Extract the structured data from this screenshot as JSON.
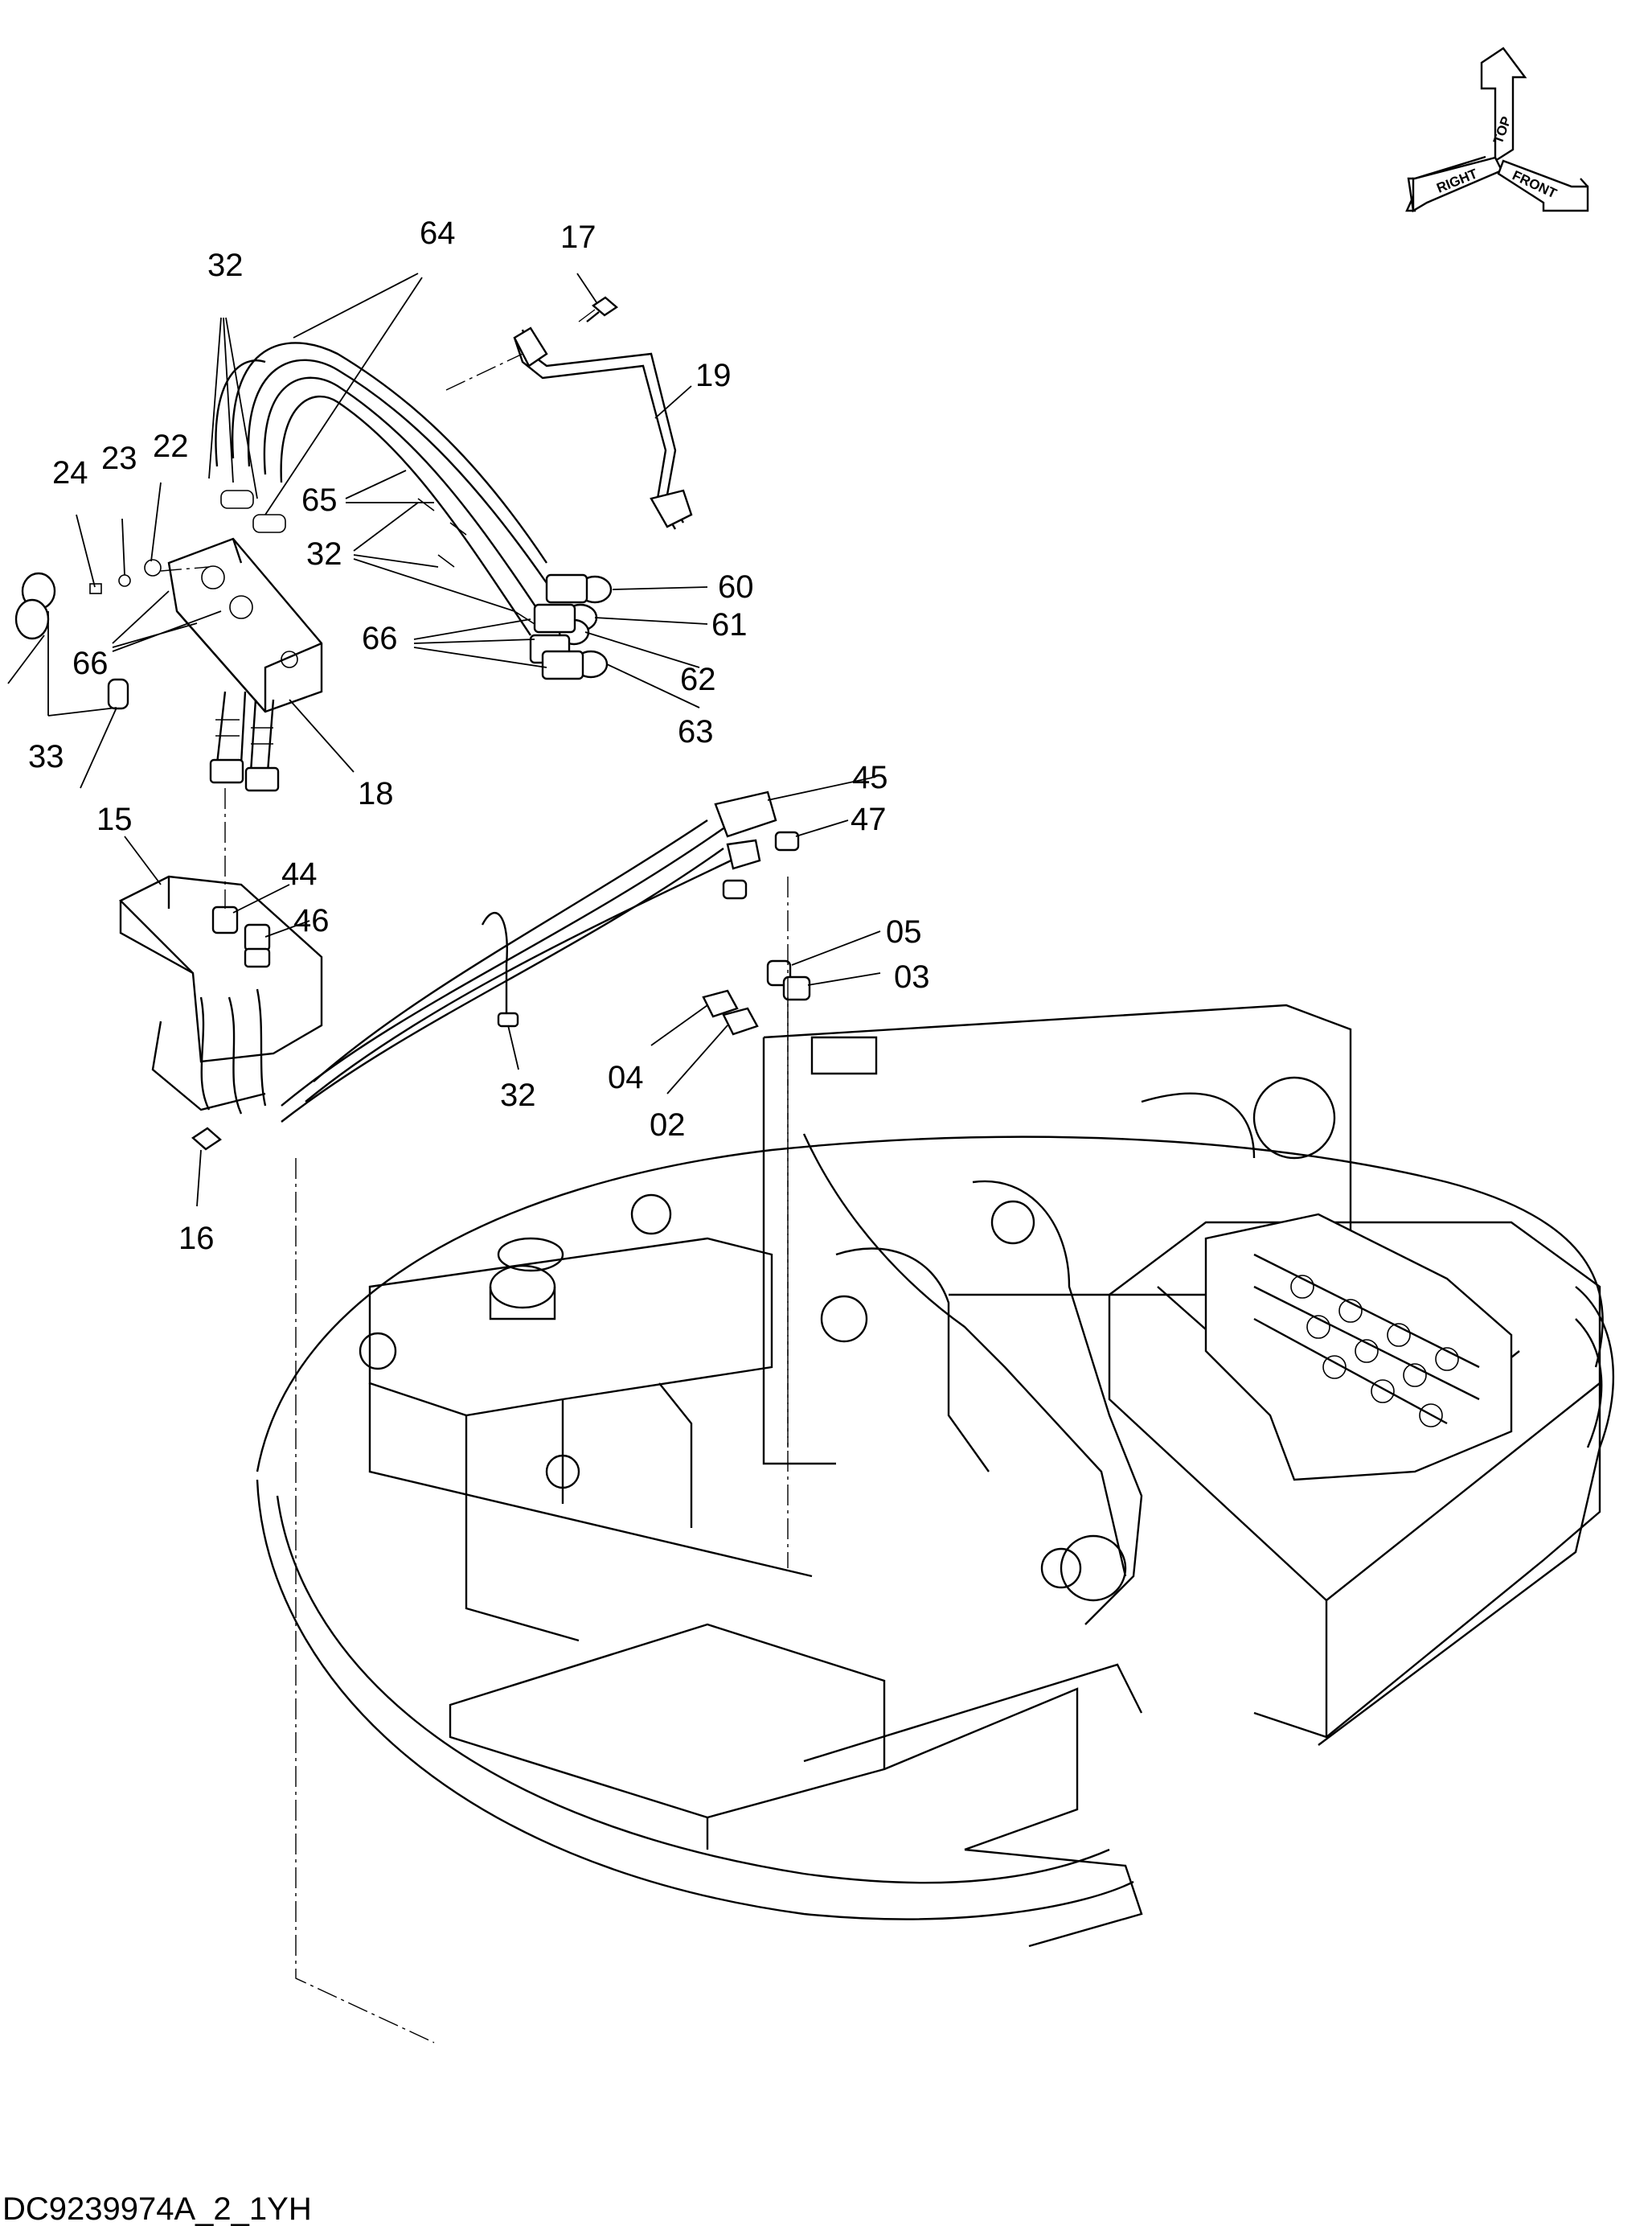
{
  "diagram_id": "DC9239974A_2_1YH",
  "orientation_indicator": {
    "top": "TOP",
    "front": "FRONT",
    "right": "RIGHT"
  },
  "callouts": [
    {
      "id": "c64",
      "label": "64"
    },
    {
      "id": "c17",
      "label": "17"
    },
    {
      "id": "c32a",
      "label": "32"
    },
    {
      "id": "c19",
      "label": "19"
    },
    {
      "id": "c24",
      "label": "24"
    },
    {
      "id": "c23",
      "label": "23"
    },
    {
      "id": "c22",
      "label": "22"
    },
    {
      "id": "c65",
      "label": "65"
    },
    {
      "id": "c32b",
      "label": "32"
    },
    {
      "id": "c60",
      "label": "60"
    },
    {
      "id": "c61",
      "label": "61"
    },
    {
      "id": "c66a",
      "label": "66"
    },
    {
      "id": "c66b",
      "label": "66"
    },
    {
      "id": "c62",
      "label": "62"
    },
    {
      "id": "c63",
      "label": "63"
    },
    {
      "id": "c33",
      "label": "33"
    },
    {
      "id": "c18",
      "label": "18"
    },
    {
      "id": "c45",
      "label": "45"
    },
    {
      "id": "c15",
      "label": "15"
    },
    {
      "id": "c47",
      "label": "47"
    },
    {
      "id": "c44",
      "label": "44"
    },
    {
      "id": "c46",
      "label": "46"
    },
    {
      "id": "c05",
      "label": "05"
    },
    {
      "id": "c03",
      "label": "03"
    },
    {
      "id": "c04",
      "label": "04"
    },
    {
      "id": "c32c",
      "label": "32"
    },
    {
      "id": "c02",
      "label": "02"
    },
    {
      "id": "c16",
      "label": "16"
    }
  ]
}
